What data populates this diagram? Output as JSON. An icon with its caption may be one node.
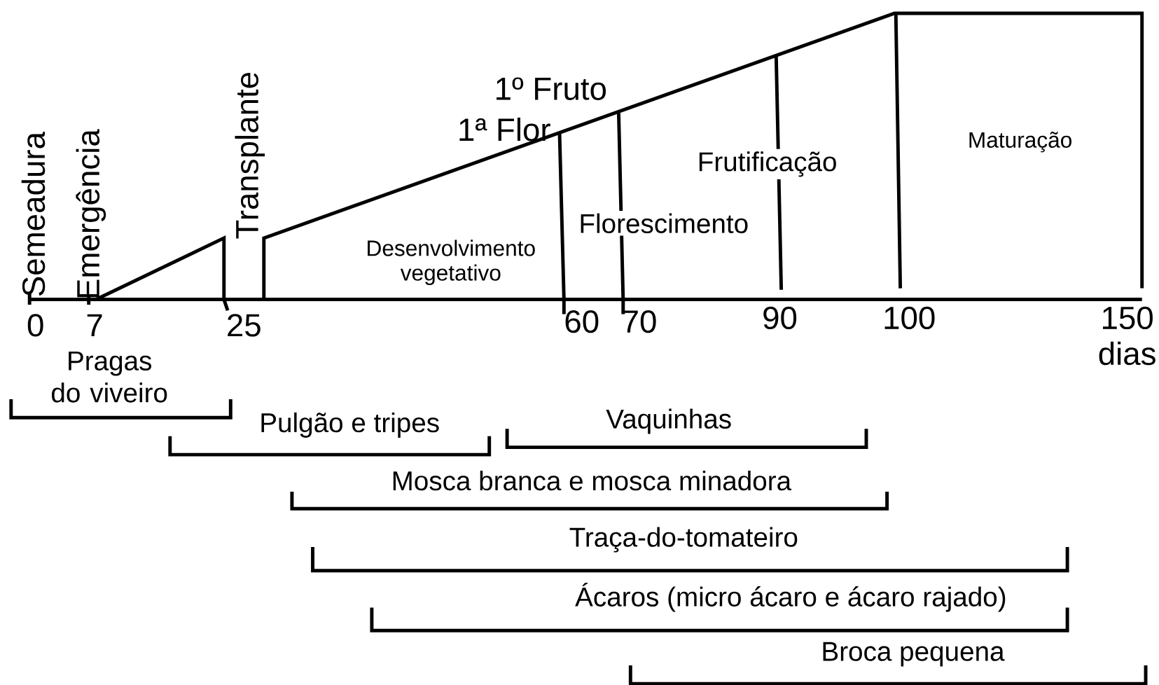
{
  "diagram": {
    "labels": [
      "Semeadura",
      "Emergência",
      "Transplante",
      "1º Fruto",
      "1ª Flor",
      "Maturação",
      "Frutificação",
      "Florescimento",
      "Desenvolvimento vegetativo",
      "0",
      "7",
      "25",
      "60",
      "70",
      "90",
      "100",
      "150",
      "dias",
      "Pragas do viveiro",
      "Pulgão e tripes",
      "Vaquinhas",
      "Mosca branca e mosca minadora",
      "Traça-do-tomateiro",
      "Ácaros (micro ácaro e ácaro rajado)",
      "Broca pequena"
    ]
  }
}
